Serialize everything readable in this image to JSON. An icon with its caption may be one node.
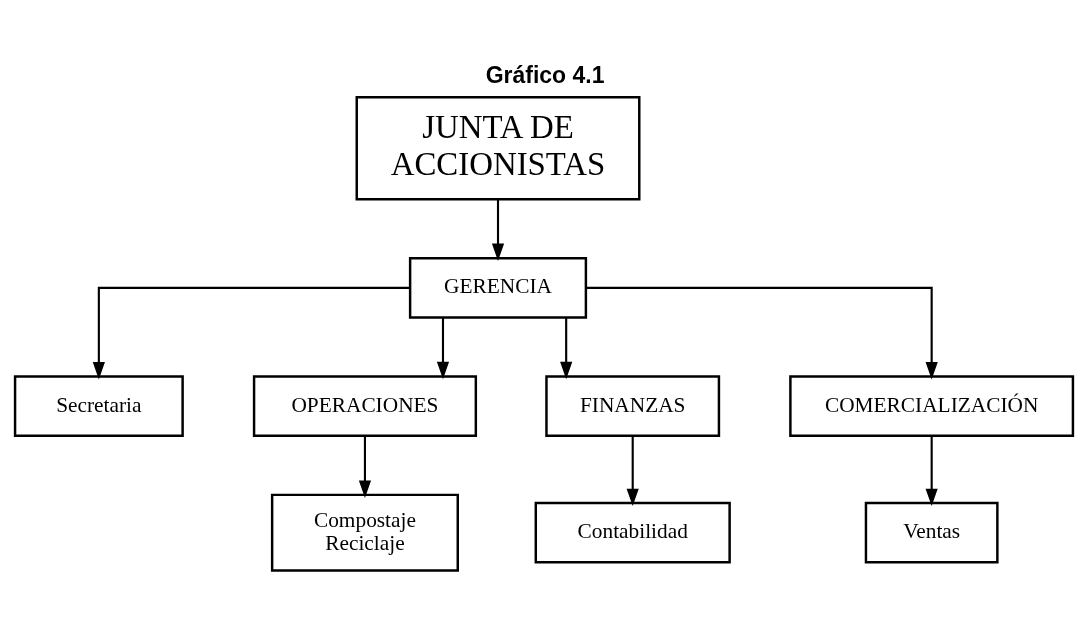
{
  "diagram": {
    "title": "Gráfico 4.1",
    "nodes": [
      {
        "text": [
          "JUNTA DE ACCIONISTAS"
        ]
      },
      {
        "text": [
          "GERENCIA"
        ]
      },
      {
        "text": [
          "Secretaria"
        ]
      },
      {
        "text": [
          "OPERACIONES"
        ]
      },
      {
        "text": [
          "FINANZAS"
        ]
      },
      {
        "text": [
          "COMERCIALIZACIÓN"
        ]
      },
      {
        "text": [
          "Compostaje Reciclaje"
        ]
      },
      {
        "text": [
          "Contabilidad"
        ]
      },
      {
        "text": [
          "Ventas"
        ]
      }
    ],
    "edges": [
      {
        "from": 0,
        "to": 1,
        "arrow": "to"
      },
      {
        "from": 1,
        "to": 2,
        "arrow": "to"
      },
      {
        "from": 1,
        "to": 3,
        "arrow": "to"
      },
      {
        "from": 1,
        "to": 4,
        "arrow": "to"
      },
      {
        "from": 1,
        "to": 5,
        "arrow": "to"
      },
      {
        "from": 3,
        "to": 6,
        "arrow": "to"
      },
      {
        "from": 4,
        "to": 7,
        "arrow": "to"
      },
      {
        "from": 5,
        "to": 8,
        "arrow": "to"
      }
    ]
  }
}
